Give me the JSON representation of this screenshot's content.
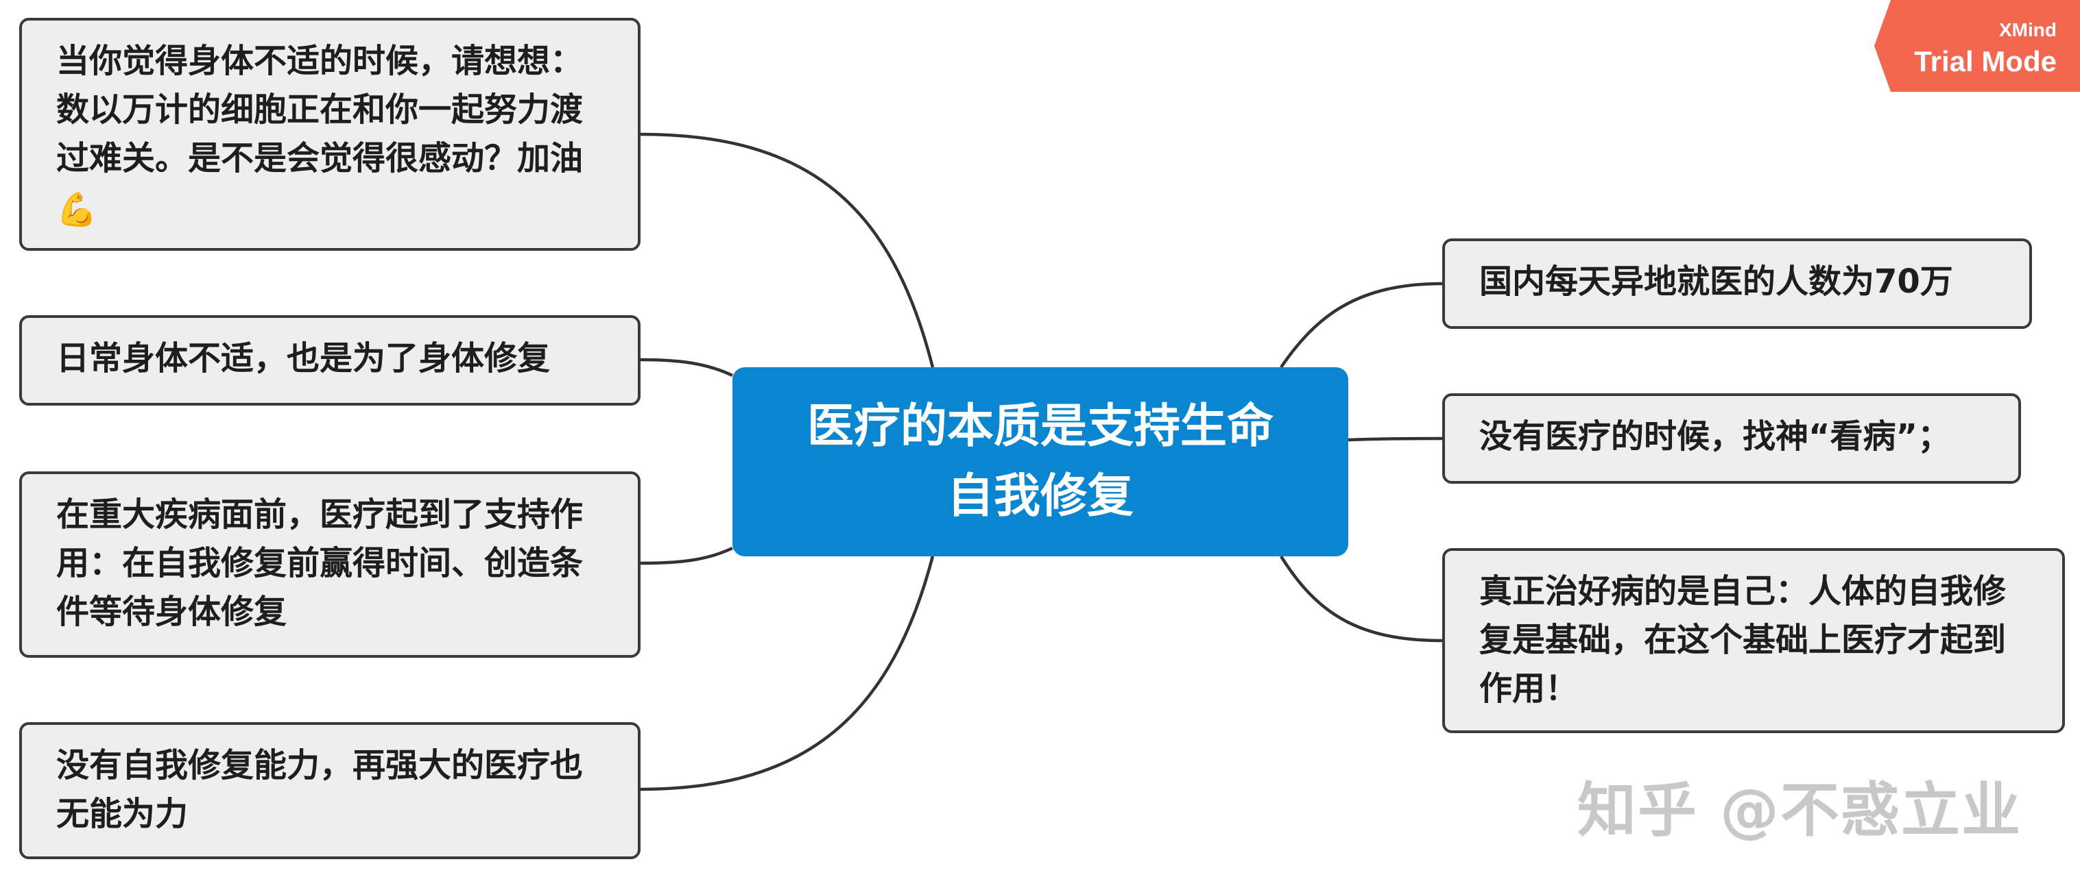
{
  "central_topic": {
    "line1": "医疗的本质是支持生命",
    "line2": "自我修复"
  },
  "left_topics": [
    {
      "text": "当你觉得身体不适的时候，请想想：数以万计的细胞正在和你一起努力渡过难关。是不是会觉得很感动？加油",
      "emoji": "💪"
    },
    {
      "text": "日常身体不适，也是为了身体修复"
    },
    {
      "text": "在重大疾病面前，医疗起到了支持作用：在自我修复前赢得时间、创造条件等待身体修复"
    },
    {
      "text": "没有自我修复能力，再强大的医疗也无能为力"
    }
  ],
  "right_topics": [
    {
      "text": "国内每天异地就医的人数为70万"
    },
    {
      "text": "没有医疗的时候，找神“看病”；"
    },
    {
      "text": "真正治好病的是自己：人体的自我修复是基础，在这个基础上医疗才起到作用！"
    }
  ],
  "badge": {
    "brand": "XMind",
    "mode": "Trial Mode"
  },
  "watermark": "知乎 @不惑立业",
  "colors": {
    "central_fill": "#0a86d1",
    "topic_fill": "#eeeeee",
    "topic_border": "#3a3a3a",
    "badge_fill": "#f3664f"
  }
}
